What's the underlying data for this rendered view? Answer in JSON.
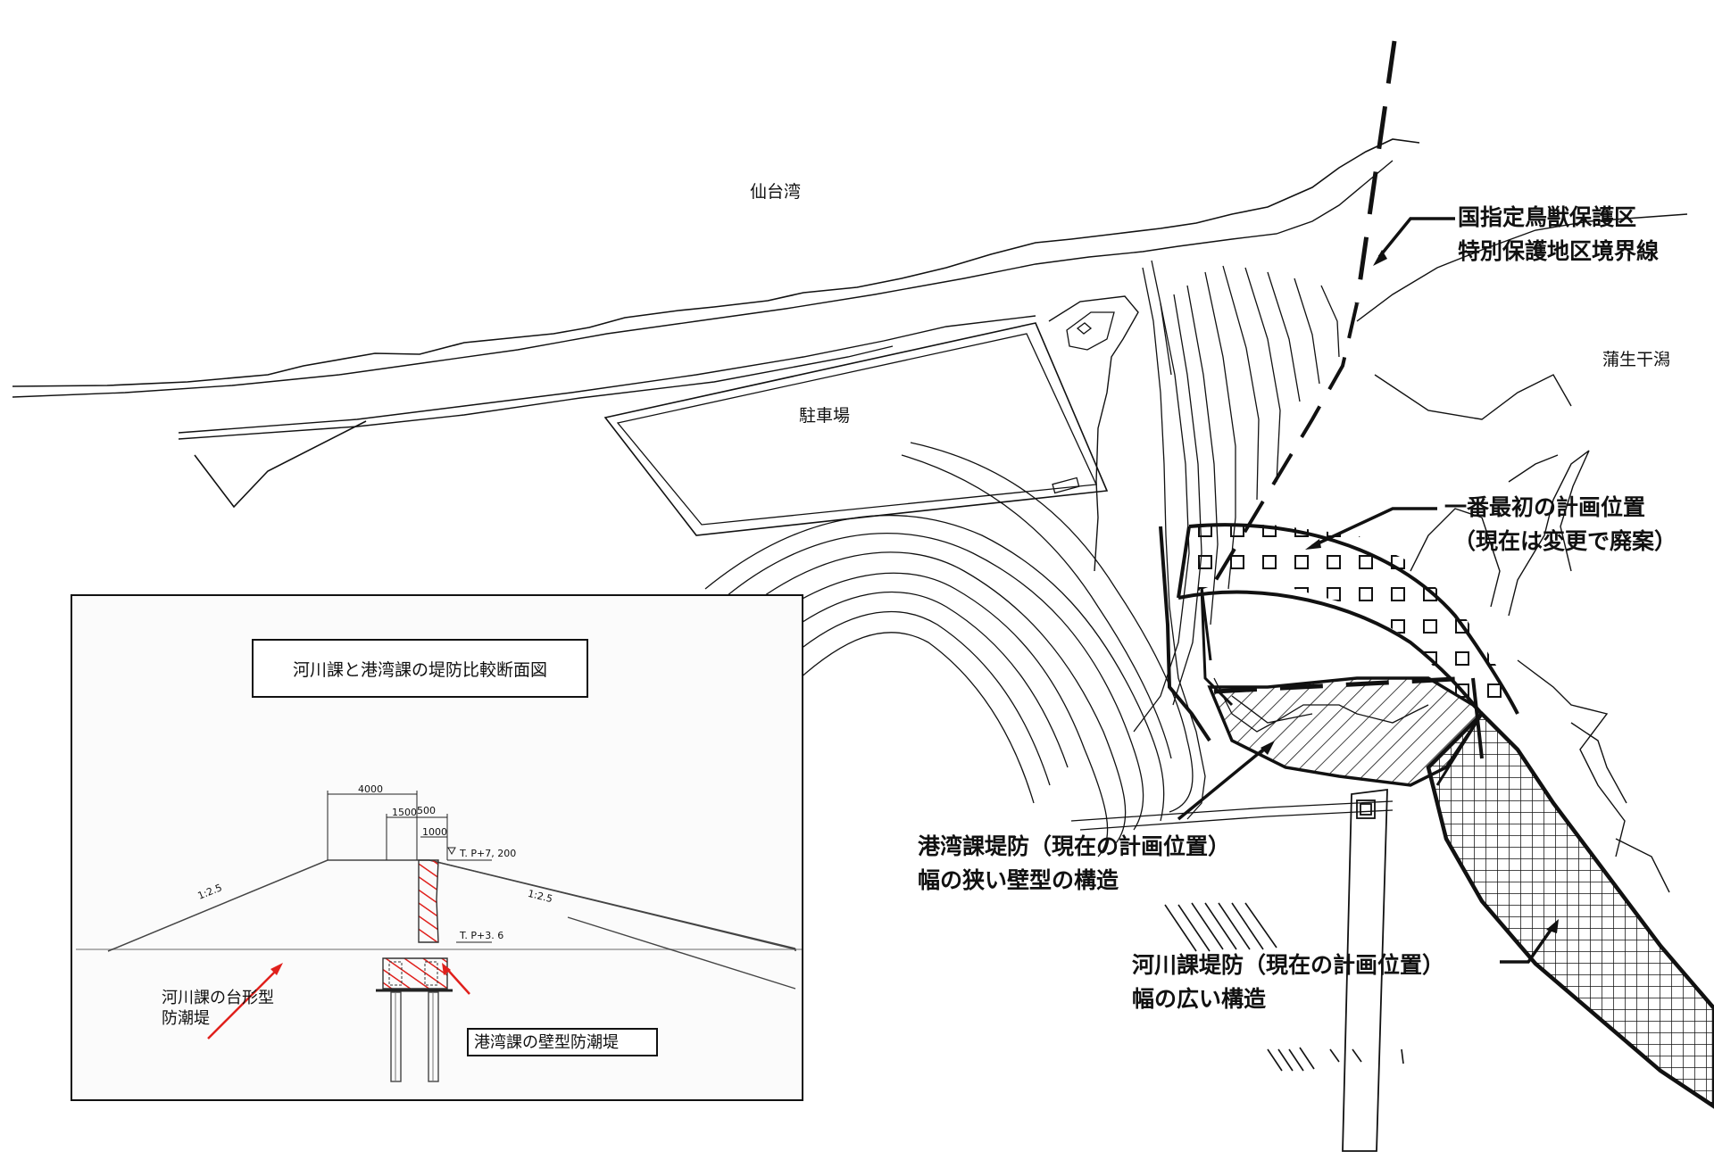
{
  "map": {
    "labels": {
      "sendai_bay": "仙台湾",
      "parking": "駐車場",
      "gamo_tidal_flat": "蒲生干潟"
    },
    "callouts": {
      "sanctuary_boundary": [
        "国指定鳥獣保護区",
        "特別保護地区境界線"
      ],
      "first_plan": [
        "一番最初の計画位置",
        "（現在は変更で廃案）"
      ],
      "port_levee": [
        "港湾課堤防（現在の計画位置）",
        "幅の狭い壁型の構造"
      ],
      "river_levee": [
        "河川課堤防（現在の計画位置）",
        "幅の広い構造"
      ]
    }
  },
  "inset": {
    "title": "河川課と港湾課の堤防比較断面図",
    "river_label": [
      "河川課の台形型",
      "防潮堤"
    ],
    "port_label": "港湾課の壁型防潮堤",
    "dimensions": {
      "crest_width": "4000",
      "wall_a": "1500",
      "wall_b": "500",
      "wall_c": "1000",
      "elev_top": "T. P+7, 200",
      "elev_base": "T. P+3. 6",
      "slope_left": "1:2.5",
      "slope_right": "1:2.5"
    }
  },
  "colors": {
    "line": "#111111",
    "annotation_red": "#e0201c"
  }
}
